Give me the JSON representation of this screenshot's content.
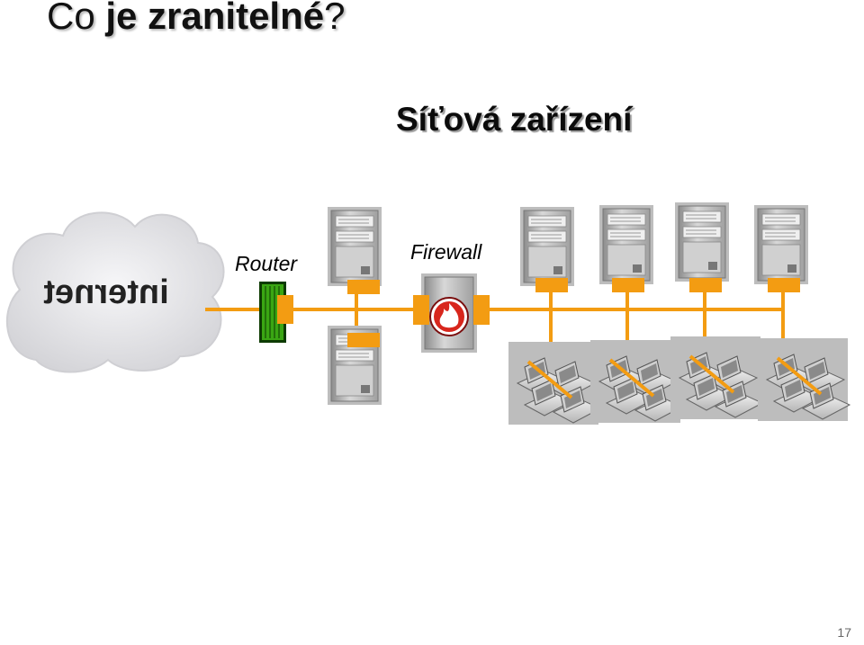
{
  "slide": {
    "title_prefix": "Co ",
    "title_highlight": "je zranitelné",
    "title_suffix": "?",
    "subtitle": "Síťová zařízení",
    "page_number": "17"
  },
  "diagram": {
    "cloud_label": "internet",
    "router_label": "Router",
    "firewall_label": "Firewall",
    "colors": {
      "bus": "#f39c12",
      "router_green": "#3aa613",
      "firewall_red": "#d8261c",
      "server_gray": "#9a9a9a",
      "cloud": "#e9e9ec"
    },
    "dmz_server_count": 2,
    "internal_server_count": 4,
    "workstation_group_count": 4
  }
}
